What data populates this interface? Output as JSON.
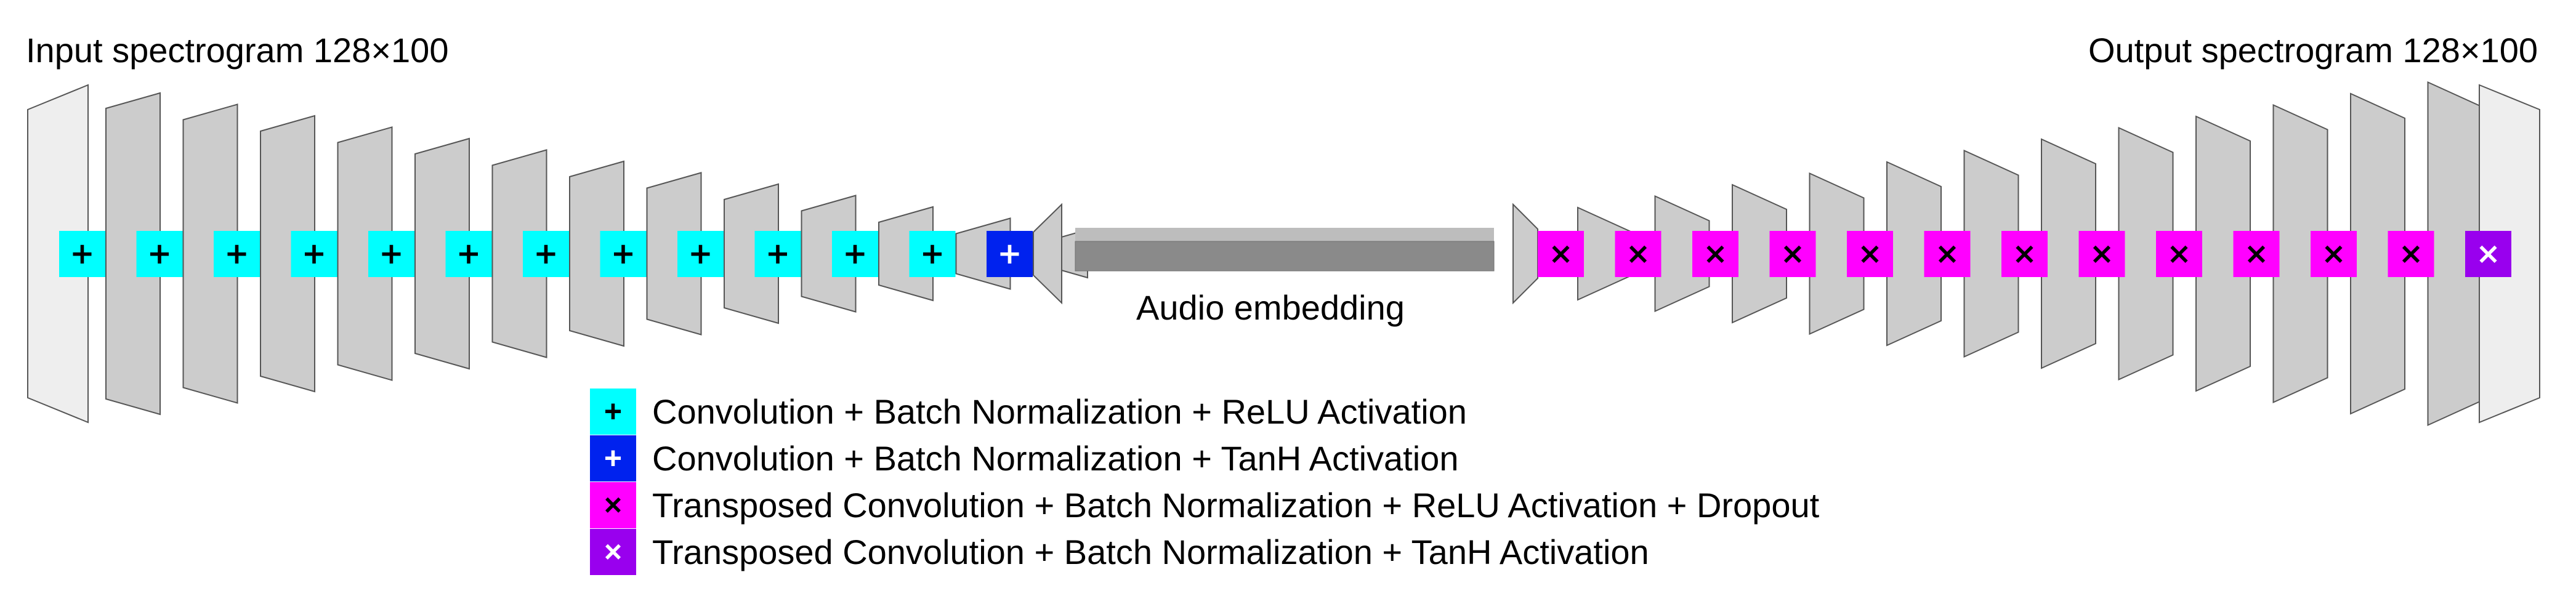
{
  "input_title": "Input spectrogram 128×100",
  "output_title": "Output spectrogram 128×100",
  "embedding_label": "Audio embedding",
  "encoder": {
    "count": 13,
    "blocks": [
      {
        "kind": "conv-relu",
        "symbol": "+"
      },
      {
        "kind": "conv-relu",
        "symbol": "+"
      },
      {
        "kind": "conv-relu",
        "symbol": "+"
      },
      {
        "kind": "conv-relu",
        "symbol": "+"
      },
      {
        "kind": "conv-relu",
        "symbol": "+"
      },
      {
        "kind": "conv-relu",
        "symbol": "+"
      },
      {
        "kind": "conv-relu",
        "symbol": "+"
      },
      {
        "kind": "conv-relu",
        "symbol": "+"
      },
      {
        "kind": "conv-relu",
        "symbol": "+"
      },
      {
        "kind": "conv-relu",
        "symbol": "+"
      },
      {
        "kind": "conv-relu",
        "symbol": "+"
      },
      {
        "kind": "conv-relu",
        "symbol": "+"
      },
      {
        "kind": "conv-tanh",
        "symbol": "+"
      }
    ]
  },
  "decoder": {
    "blocks": [
      {
        "kind": "tconv-relu-dropout",
        "symbol": "×"
      },
      {
        "kind": "tconv-relu-dropout",
        "symbol": "×"
      },
      {
        "kind": "tconv-relu-dropout",
        "symbol": "×"
      },
      {
        "kind": "tconv-relu-dropout",
        "symbol": "×"
      },
      {
        "kind": "tconv-relu-dropout",
        "symbol": "×"
      },
      {
        "kind": "tconv-relu-dropout",
        "symbol": "×"
      },
      {
        "kind": "tconv-relu-dropout",
        "symbol": "×"
      },
      {
        "kind": "tconv-relu-dropout",
        "symbol": "×"
      },
      {
        "kind": "tconv-relu-dropout",
        "symbol": "×"
      },
      {
        "kind": "tconv-relu-dropout",
        "symbol": "×"
      },
      {
        "kind": "tconv-relu-dropout",
        "symbol": "×"
      },
      {
        "kind": "tconv-relu-dropout",
        "symbol": "×"
      },
      {
        "kind": "tconv-tanh",
        "symbol": "×"
      }
    ]
  },
  "legend": [
    {
      "kind": "conv-relu",
      "symbol": "+",
      "label": "Convolution + Batch Normalization + ReLU Activation"
    },
    {
      "kind": "conv-tanh",
      "symbol": "+",
      "label": "Convolution + Batch Normalization + TanH Activation"
    },
    {
      "kind": "tconv-relu-dropout",
      "symbol": "×",
      "label": "Transposed Convolution + Batch Normalization + ReLU Activation + Dropout"
    },
    {
      "kind": "tconv-tanh",
      "symbol": "×",
      "label": "Transposed Convolution + Batch Normalization + TanH Activation"
    }
  ],
  "colors": {
    "conv-relu": {
      "fill": "#00ffff",
      "glyph": "#000000"
    },
    "conv-tanh": {
      "fill": "#0022ee",
      "glyph": "#ffffff"
    },
    "tconv-relu-dropout": {
      "fill": "#ff00ff",
      "glyph": "#000000"
    },
    "tconv-tanh": {
      "fill": "#9900ee",
      "glyph": "#ffffff"
    },
    "layer_fill": "#cccccc",
    "io_layer_fill": "#eeeeee",
    "layer_stroke": "#555555",
    "embedding_top": "#bdbdbd",
    "embedding_front": "#8a8a8a"
  }
}
